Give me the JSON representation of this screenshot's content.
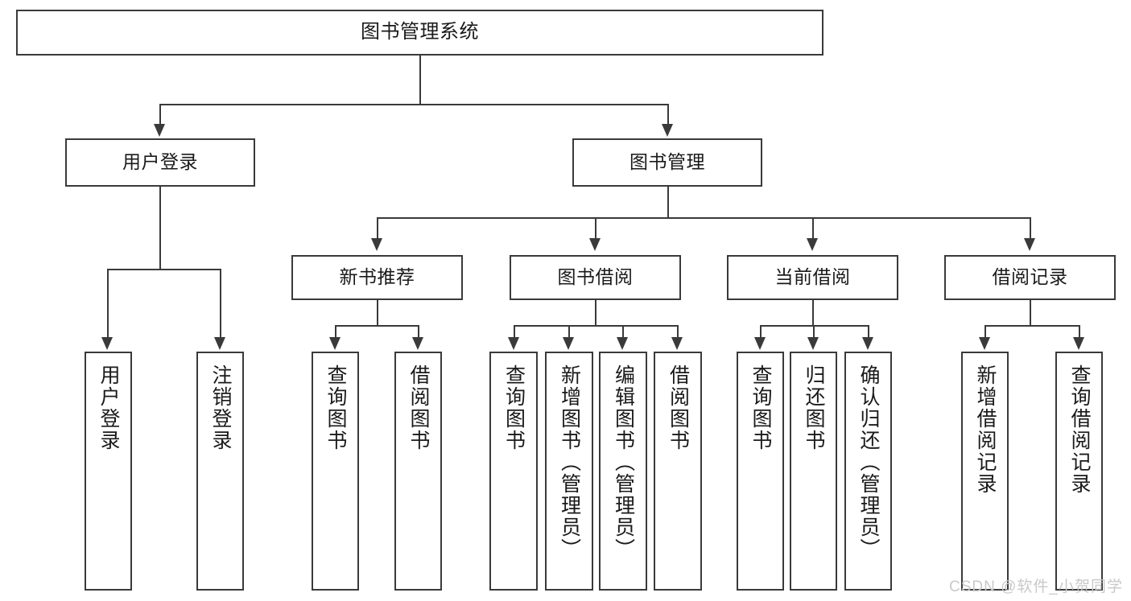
{
  "diagram": {
    "title": "图书管理系统",
    "watermark": "CSDN @软件_小贺同学",
    "line_color": "#3a3a3a",
    "box_fill": "#ffffff",
    "text_color": "#1a1a1a",
    "root": {
      "label": "图书管理系统"
    },
    "level1": [
      {
        "label": "用户登录"
      },
      {
        "label": "图书管理"
      }
    ],
    "level2": [
      {
        "label": "新书推荐"
      },
      {
        "label": "图书借阅"
      },
      {
        "label": "当前借阅"
      },
      {
        "label": "借阅记录"
      }
    ],
    "leaves": {
      "user_login": [
        {
          "label": "用户登录"
        },
        {
          "label": "注销登录"
        }
      ],
      "new_book_recommend": [
        {
          "label": "查询图书"
        },
        {
          "label": "借阅图书"
        }
      ],
      "book_borrow": [
        {
          "label": "查询图书"
        },
        {
          "label": "新增图书（管理员）"
        },
        {
          "label": "编辑图书（管理员）"
        },
        {
          "label": "借阅图书"
        }
      ],
      "current_borrow": [
        {
          "label": "查询图书"
        },
        {
          "label": "归还图书"
        },
        {
          "label": "确认归还（管理员）"
        }
      ],
      "borrow_record": [
        {
          "label": "新增借阅记录"
        },
        {
          "label": "查询借阅记录"
        }
      ]
    }
  }
}
